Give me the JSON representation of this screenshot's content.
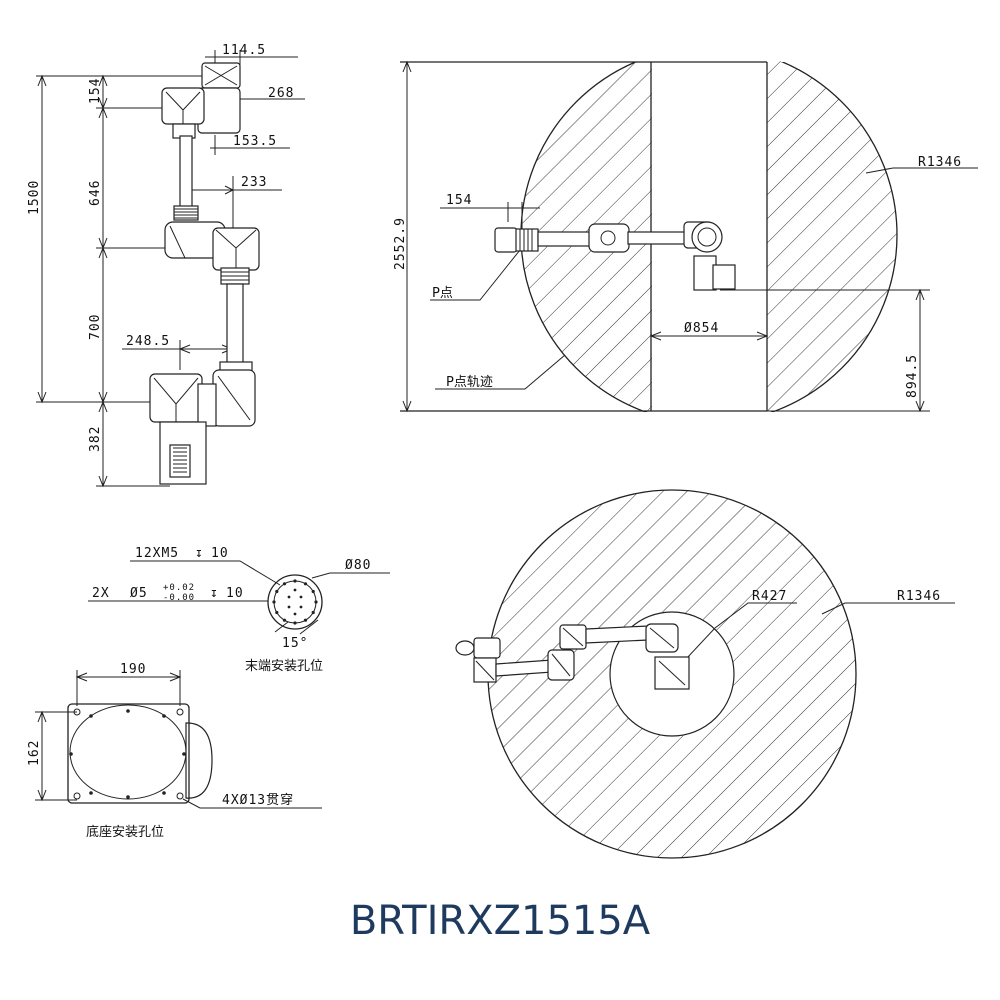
{
  "model_name": "BRTIRXZ1515A",
  "side_view": {
    "dims": {
      "top_offset": "114.5",
      "wrist_length": "268",
      "joint_offset": "153.5",
      "upper_offset": "233",
      "base_offset": "248.5",
      "total_height": "1500",
      "seg_top": "154",
      "seg_upper": "646",
      "seg_lower": "700",
      "seg_base": "382"
    }
  },
  "top_view": {
    "dims": {
      "outer_radius": "R1346",
      "height": "2552.9",
      "p_offset": "154",
      "inner_diameter": "Ø854",
      "base_height": "894.5"
    },
    "labels": {
      "p_point": "P点",
      "p_track": "P点轨迹"
    }
  },
  "flange": {
    "thread_spec": "12XM5",
    "thread_depth": "10",
    "pin_spec_prefix": "2X",
    "pin_diameter": "Ø5",
    "pin_tol_upper": "+0.02",
    "pin_tol_lower": "-0.00",
    "pin_depth": "10",
    "diameter": "Ø80",
    "angle": "15°",
    "title": "末端安装孔位"
  },
  "base_plate": {
    "width": "190",
    "height": "162",
    "holes": "4XØ13贯穿",
    "title": "底座安装孔位"
  },
  "plan_view": {
    "inner_radius": "R427",
    "outer_radius": "R1346"
  }
}
